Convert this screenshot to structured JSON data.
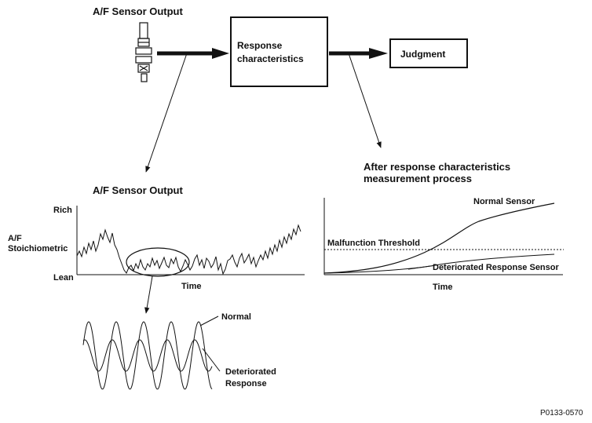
{
  "top": {
    "sensor_title": "A/F Sensor Output",
    "response_box_line1": "Response",
    "response_box_line2": "characteristics",
    "judgment_label": "Judgment"
  },
  "left_graph": {
    "title": "A/F Sensor Output",
    "y_rich": "Rich",
    "y_af": "A/F",
    "y_stoich": "Stoichiometric",
    "y_lean": "Lean",
    "x_label": "Time"
  },
  "waves": {
    "normal_label": "Normal",
    "deteriorated_line1": "Deteriorated",
    "deteriorated_line2": "Response"
  },
  "right_graph": {
    "title_line1": "After response characteristics",
    "title_line2": "measurement process",
    "normal_sensor": "Normal Sensor",
    "threshold": "Malfunction Threshold",
    "deteriorated_sensor": "Deteriorated Response Sensor",
    "x_label": "Time"
  },
  "figure_code": "P0133-0570"
}
